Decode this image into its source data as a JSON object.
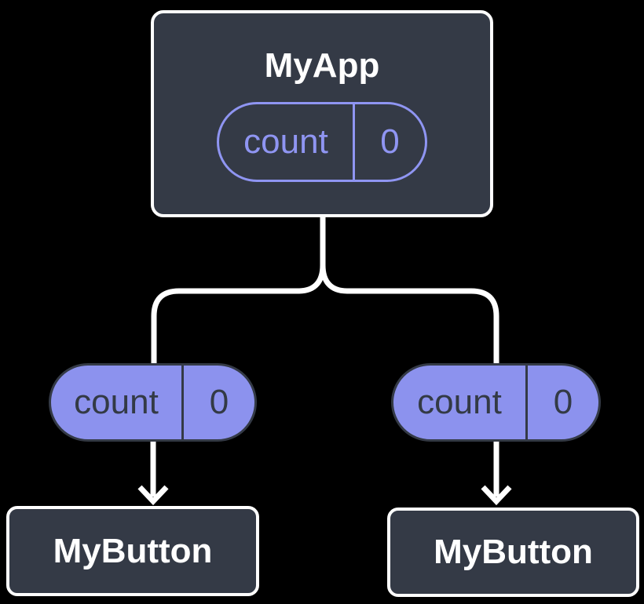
{
  "diagram": {
    "colors": {
      "background": "#000000",
      "card_fill": "#343A46",
      "card_border": "#FFFFFF",
      "card_text": "#FFFFFF",
      "accent": "#8F95F2",
      "pill_fill": "#8C92EE",
      "pill_border": "#343A46",
      "pill_text": "#333A45",
      "connector": "#FFFFFF"
    },
    "root": {
      "title": "MyApp",
      "state": {
        "name": "count",
        "value": "0"
      }
    },
    "children": [
      {
        "prop": {
          "name": "count",
          "value": "0"
        },
        "component": "MyButton"
      },
      {
        "prop": {
          "name": "count",
          "value": "0"
        },
        "component": "MyButton"
      }
    ]
  }
}
